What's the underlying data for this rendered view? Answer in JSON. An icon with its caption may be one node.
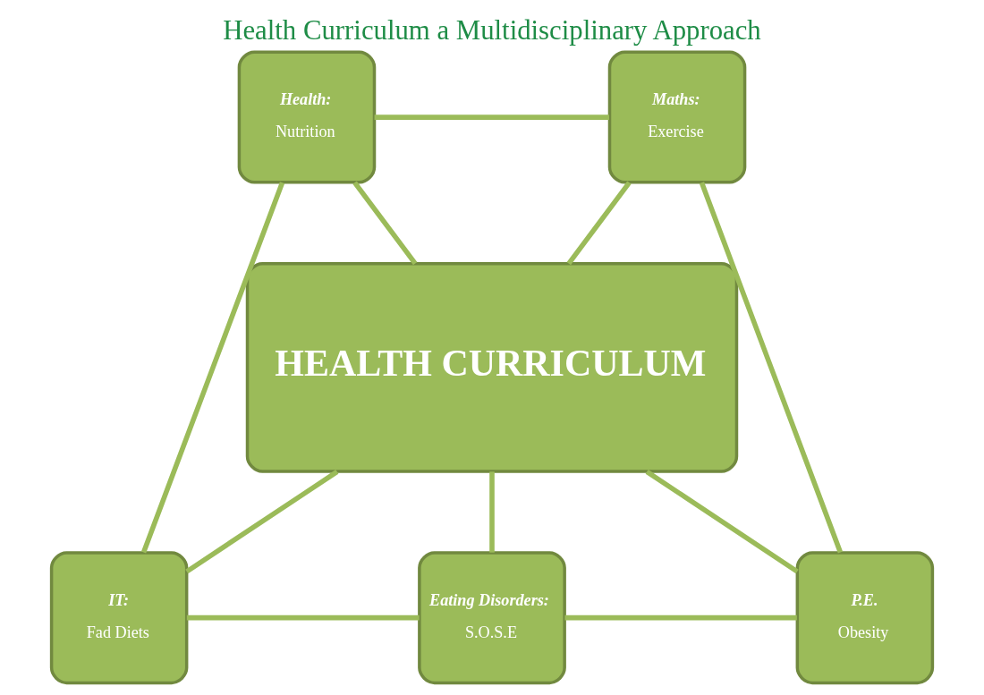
{
  "diagram": {
    "title": "Health Curriculum a Multidisciplinary Approach",
    "nodes": [
      {
        "text": [
          "Health:",
          "Nutrition"
        ]
      },
      {
        "text": [
          "Maths:",
          "Exercise"
        ]
      },
      {
        "text": [
          "HEALTH CURRICULUM"
        ]
      },
      {
        "text": [
          "IT:",
          "Fad Diets"
        ]
      },
      {
        "text": [
          "P.E.",
          "Obesity"
        ]
      },
      {
        "text": [
          "Eating Disorders:",
          "S.O.S.E"
        ]
      }
    ],
    "edges": [
      {
        "from": 0,
        "to": 1,
        "arrow": "none"
      },
      {
        "from": 0,
        "to": 2,
        "arrow": "none"
      },
      {
        "from": 1,
        "to": 2,
        "arrow": "none"
      },
      {
        "from": 0,
        "to": 3,
        "arrow": "none"
      },
      {
        "from": 1,
        "to": 4,
        "arrow": "none"
      },
      {
        "from": 2,
        "to": 3,
        "arrow": "none"
      },
      {
        "from": 2,
        "to": 5,
        "arrow": "none"
      },
      {
        "from": 2,
        "to": 4,
        "arrow": "none"
      },
      {
        "from": 3,
        "to": 5,
        "arrow": "none"
      },
      {
        "from": 5,
        "to": 4,
        "arrow": "none"
      }
    ]
  }
}
